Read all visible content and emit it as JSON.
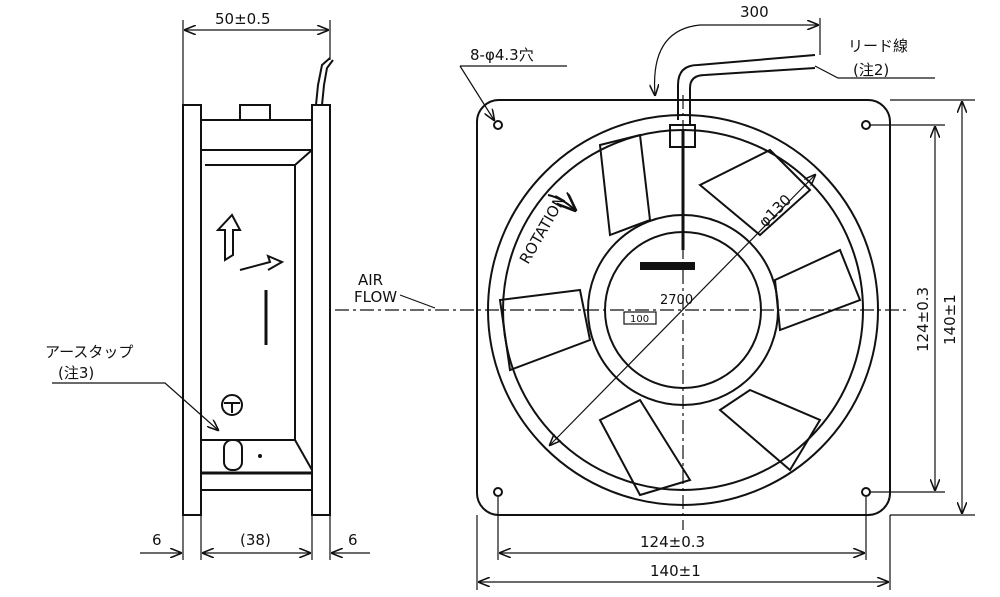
{
  "side_view": {
    "width_dim": "50±0.5",
    "dim_left": "6",
    "dim_middle": "(38)",
    "dim_right": "6",
    "earth_tap_label": "アースタップ",
    "earth_tap_note": "(注3)"
  },
  "airflow": {
    "line1": "AIR",
    "line2": "FLOW"
  },
  "front_view": {
    "lead_length": "300",
    "lead_label": "リード線",
    "lead_note": "(注2)",
    "holes": "8-φ4.3穴",
    "diameter": "φ130",
    "rotation": "ROTATION",
    "hole_pitch_v": "124±0.3",
    "outer_v": "140±1",
    "hole_pitch_h": "124±0.3",
    "outer_h": "140±1",
    "label_model": "2700",
    "label_voltage": "100"
  }
}
